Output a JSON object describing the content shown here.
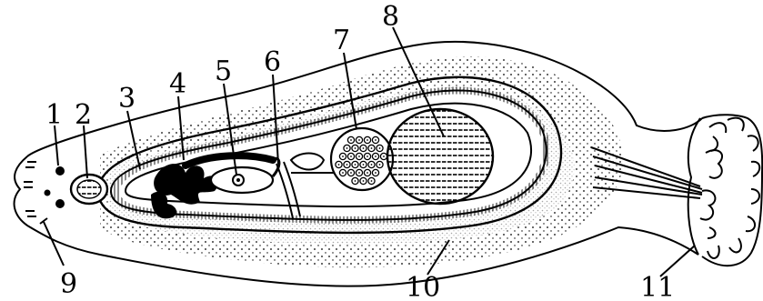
{
  "labels": [
    "1",
    "2",
    "3",
    "4",
    "5",
    "6",
    "7",
    "8",
    "9",
    "10",
    "11"
  ],
  "colors": {
    "ink": "#000000",
    "paper": "#ffffff"
  }
}
